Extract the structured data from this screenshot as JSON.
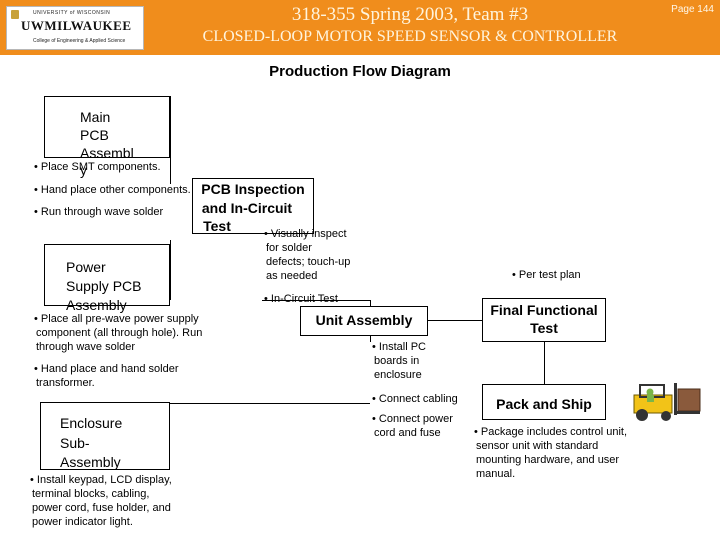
{
  "header": {
    "logo": {
      "line1": "UNIVERSITY of WISCONSIN",
      "line2": "UWMILWAUKEE",
      "line3": "College of Engineering & Applied Science"
    },
    "title": "318-355 Spring 2003, Team #3",
    "subtitle": "CLOSED-LOOP MOTOR SPEED SENSOR & CONTROLLER",
    "page": "Page 144",
    "color": "#f08d1c"
  },
  "diagram_title": "Production Flow Diagram",
  "boxes": {
    "main_pcb": {
      "line1": "Main",
      "line2": "PCB",
      "line3": "Assembl",
      "line4": "y"
    },
    "pcb_inspection": {
      "line1": "PCB Inspection",
      "line2": "and In-Circuit",
      "line3": "Test"
    },
    "power_supply": {
      "line1": "Power",
      "line2": "Supply PCB",
      "line3": "Assembly"
    },
    "unit_assembly": {
      "label": "Unit Assembly"
    },
    "final_test": {
      "line1": "Final Functional",
      "line2": "Test"
    },
    "pack_ship": {
      "label": "Pack and Ship"
    },
    "enclosure": {
      "line1": "Enclosure",
      "line2": "Sub-",
      "line3": "Assembly"
    }
  },
  "notes": {
    "main_pcb": [
      "• Place SMT components.",
      "• Hand place other components.",
      "• Run through wave solder"
    ],
    "inspection": [
      "• Visually inspect",
      "for solder",
      "defects; touch-up",
      "as needed",
      "• In-Circuit Test"
    ],
    "power_supply": [
      "• Place all pre-wave power supply",
      "component (all through hole). Run",
      "through wave solder",
      "• Hand place and hand solder",
      "transformer."
    ],
    "unit_assembly": [
      "• Install PC",
      "boards in",
      "enclosure",
      "• Connect cabling",
      "• Connect power",
      "cord and fuse"
    ],
    "final_test": [
      "• Per test plan"
    ],
    "pack_ship": [
      "• Package includes control unit,",
      "sensor unit with standard",
      "mounting hardware, and user",
      "manual."
    ],
    "enclosure": [
      "• Install keypad, LCD display,",
      "terminal blocks, cabling,",
      "power cord, fuse holder, and",
      "power indicator light."
    ]
  },
  "icons": {
    "forklift": "forklift-icon"
  }
}
